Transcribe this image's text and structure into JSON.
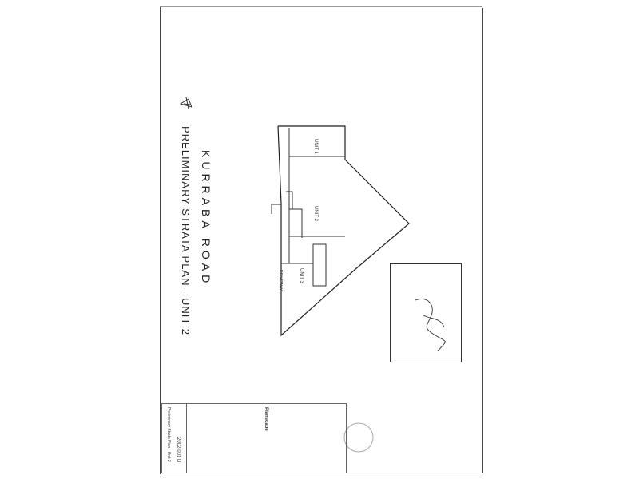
{
  "road_name": "KURRABA ROAD",
  "plan_title": "PRELIMINARY STRATA PLAN - UNIT 2",
  "units": {
    "unit1": "UNIT 1",
    "unit2": "UNIT 2",
    "unit3": "UNIT 3"
  },
  "labels": {
    "driveway": "DRIVEWAY",
    "planscape": "Planscape"
  },
  "title_block": {
    "drawing_no": "2002-001 D",
    "drawing_title": "Preliminary Strata Plan - Unit 2"
  }
}
